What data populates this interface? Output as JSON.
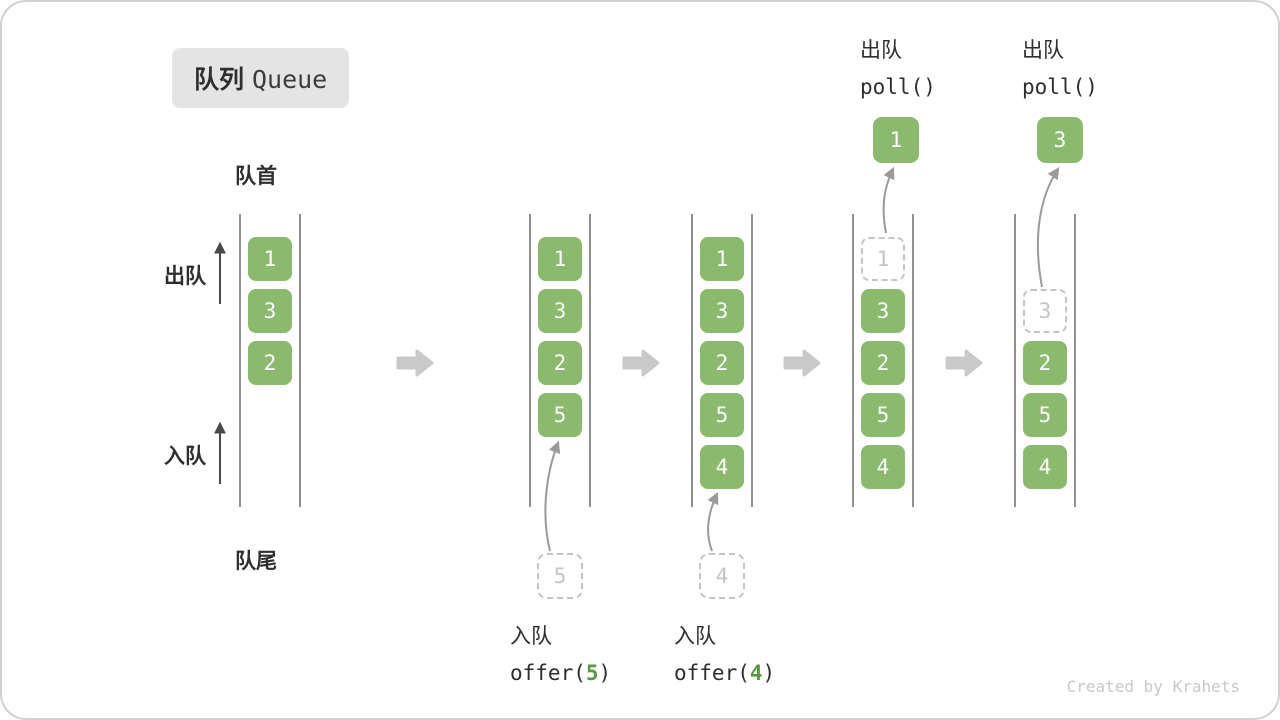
{
  "meta": {
    "footer": "Created by Krahets"
  },
  "title": {
    "zh": "队列",
    "en": "Queue"
  },
  "side_labels": {
    "front": "队首",
    "rear": "队尾",
    "dequeue": "出队",
    "enqueue": "入队"
  },
  "colors": {
    "cell_green": "#8bb96e",
    "dashed_gray": "#c4c4c4",
    "wall_gray": "#8f8f8f",
    "block_arrow_gray": "#c9c9c9",
    "curve_arrow_gray": "#9a9a9a",
    "text_dark": "#2e2e2e",
    "accent_green": "#569a40"
  },
  "columns": [
    {
      "cells": [
        {
          "v": "1",
          "style": "solid"
        },
        {
          "v": "3",
          "style": "solid"
        },
        {
          "v": "2",
          "style": "solid"
        }
      ]
    },
    {
      "cells": [
        {
          "v": "1",
          "style": "solid"
        },
        {
          "v": "3",
          "style": "solid"
        },
        {
          "v": "2",
          "style": "solid"
        },
        {
          "v": "5",
          "style": "solid"
        }
      ],
      "enqueue_value": "5",
      "caption": {
        "action": "入队",
        "code_pre": "offer(",
        "arg": "5",
        "code_post": ")"
      }
    },
    {
      "cells": [
        {
          "v": "1",
          "style": "solid"
        },
        {
          "v": "3",
          "style": "solid"
        },
        {
          "v": "2",
          "style": "solid"
        },
        {
          "v": "5",
          "style": "solid"
        },
        {
          "v": "4",
          "style": "solid"
        }
      ],
      "enqueue_value": "4",
      "caption": {
        "action": "入队",
        "code_pre": "offer(",
        "arg": "4",
        "code_post": ")"
      }
    },
    {
      "cells": [
        {
          "v": "1",
          "style": "dashed"
        },
        {
          "v": "3",
          "style": "solid"
        },
        {
          "v": "2",
          "style": "solid"
        },
        {
          "v": "5",
          "style": "solid"
        },
        {
          "v": "4",
          "style": "solid"
        }
      ],
      "dequeue_value": "1",
      "top_caption": {
        "action": "出队",
        "code": "poll()"
      }
    },
    {
      "cells": [
        {
          "v": "",
          "style": "empty"
        },
        {
          "v": "3",
          "style": "dashed"
        },
        {
          "v": "2",
          "style": "solid"
        },
        {
          "v": "5",
          "style": "solid"
        },
        {
          "v": "4",
          "style": "solid"
        }
      ],
      "dequeue_value": "3",
      "top_caption": {
        "action": "出队",
        "code": "poll()"
      }
    }
  ]
}
